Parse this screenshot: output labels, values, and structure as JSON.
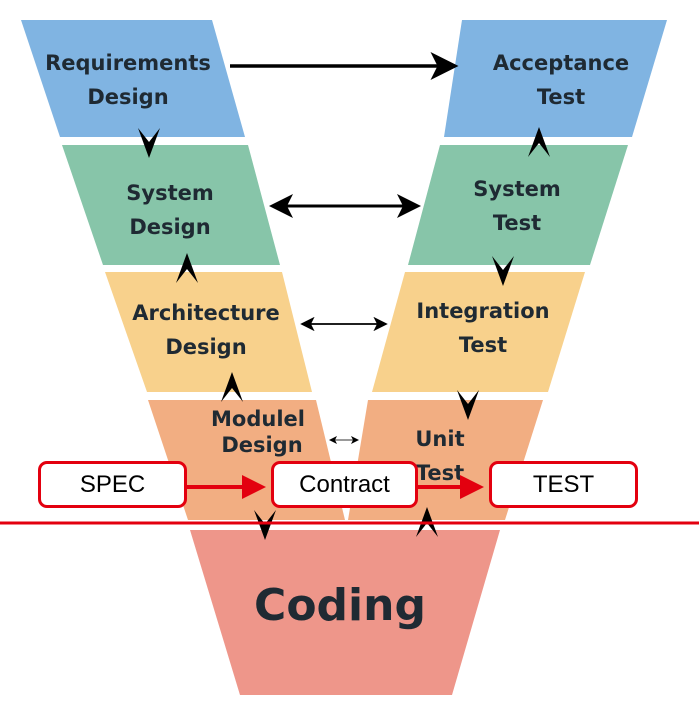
{
  "phases": {
    "requirements_design": [
      "Requirements",
      "Design"
    ],
    "acceptance_test": [
      "Acceptance",
      "Test"
    ],
    "system_design": [
      "System",
      "Design"
    ],
    "system_test": [
      "System",
      "Test"
    ],
    "architecture_design": [
      "Architecture",
      "Design"
    ],
    "integration_test": [
      "Integration",
      "Test"
    ],
    "module_design": [
      "Modulel",
      "Design"
    ],
    "unit_test": [
      "Unit",
      "Test"
    ],
    "coding": "Coding"
  },
  "overlay": {
    "spec": "SPEC",
    "contract": "Contract",
    "test": "TEST"
  },
  "colors": {
    "blue": "#80b4e2",
    "green": "#87c5a9",
    "yellow": "#f8d18c",
    "orange": "#f2ae82",
    "coding": "#ee968a",
    "red": "#e3000f"
  }
}
